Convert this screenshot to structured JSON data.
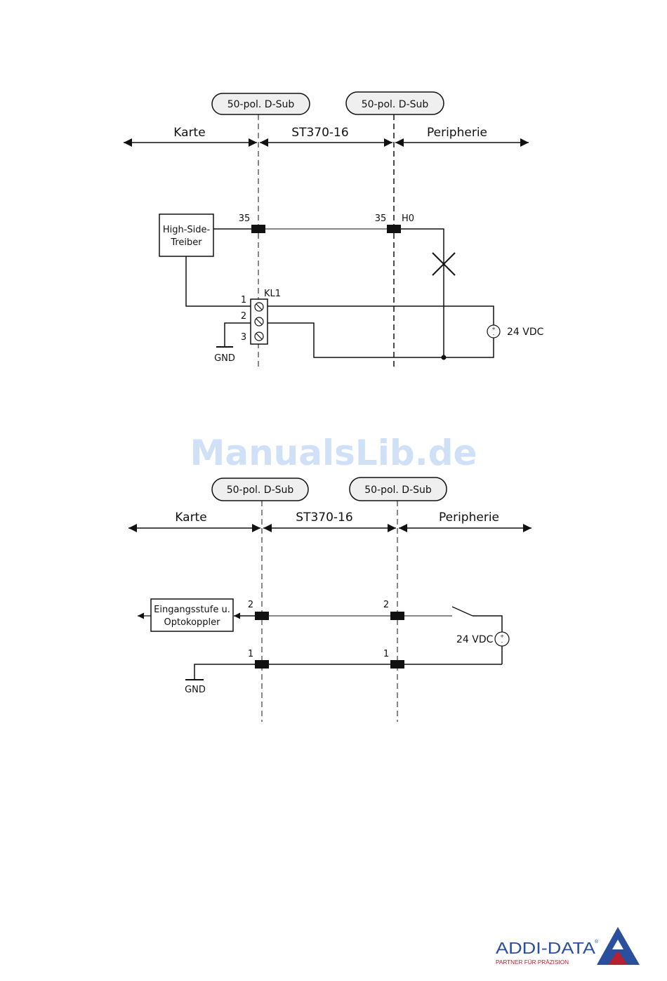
{
  "watermark": "ManualsLib.de",
  "diagram1": {
    "connector_left": "50-pol. D-Sub",
    "connector_right": "50-pol. D-Sub",
    "zone_left": "Karte",
    "zone_mid": "ST370-16",
    "zone_right": "Peripherie",
    "driver_line1": "High-Side-",
    "driver_line2": "Treiber",
    "pin_left": "35",
    "pin_right": "35",
    "output_label": "H0",
    "terminal_label": "KL1",
    "terminal_pins": [
      "1",
      "2",
      "3"
    ],
    "gnd_label": "GND",
    "supply_label": "24 VDC"
  },
  "diagram2": {
    "connector_left": "50-pol. D-Sub",
    "connector_right": "50-pol. D-Sub",
    "zone_left": "Karte",
    "zone_mid": "ST370-16",
    "zone_right": "Peripherie",
    "input_line1": "Eingangsstufe u.",
    "input_line2": "Optokoppler",
    "pin_top_left": "2",
    "pin_top_right": "2",
    "pin_bottom_left": "1",
    "pin_bottom_right": "1",
    "gnd_label": "GND",
    "supply_label": "24 VDC"
  },
  "logo": {
    "brand": "ADDI-DATA",
    "registered": "®",
    "tagline": "PARTNER FÜR PRÄZISION",
    "colors": {
      "blue": "#2b4f9c",
      "red": "#b7202e"
    }
  }
}
